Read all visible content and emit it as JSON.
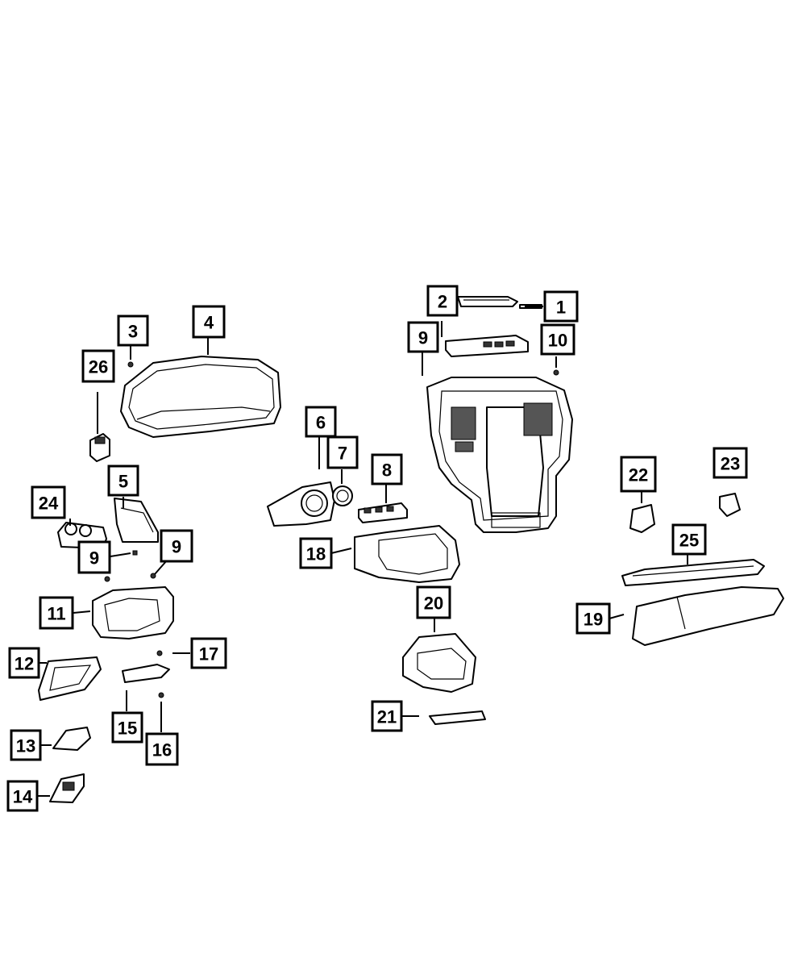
{
  "diagram": {
    "line_color": "#000000",
    "background": "#ffffff",
    "callouts": [
      {
        "id": "c1",
        "label": "1"
      },
      {
        "id": "c2",
        "label": "2"
      },
      {
        "id": "c3",
        "label": "3"
      },
      {
        "id": "c4",
        "label": "4"
      },
      {
        "id": "c5",
        "label": "5"
      },
      {
        "id": "c6",
        "label": "6"
      },
      {
        "id": "c7",
        "label": "7"
      },
      {
        "id": "c8",
        "label": "8"
      },
      {
        "id": "c9a",
        "label": "9"
      },
      {
        "id": "c9b",
        "label": "9"
      },
      {
        "id": "c9c",
        "label": "9"
      },
      {
        "id": "c10",
        "label": "10"
      },
      {
        "id": "c11",
        "label": "11"
      },
      {
        "id": "c12",
        "label": "12"
      },
      {
        "id": "c13",
        "label": "13"
      },
      {
        "id": "c14",
        "label": "14"
      },
      {
        "id": "c15",
        "label": "15"
      },
      {
        "id": "c16",
        "label": "16"
      },
      {
        "id": "c17",
        "label": "17"
      },
      {
        "id": "c18",
        "label": "18"
      },
      {
        "id": "c19",
        "label": "19"
      },
      {
        "id": "c20",
        "label": "20"
      },
      {
        "id": "c21",
        "label": "21"
      },
      {
        "id": "c22",
        "label": "22"
      },
      {
        "id": "c23",
        "label": "23"
      },
      {
        "id": "c24",
        "label": "24"
      },
      {
        "id": "c25",
        "label": "25"
      },
      {
        "id": "c26",
        "label": "26"
      }
    ]
  }
}
